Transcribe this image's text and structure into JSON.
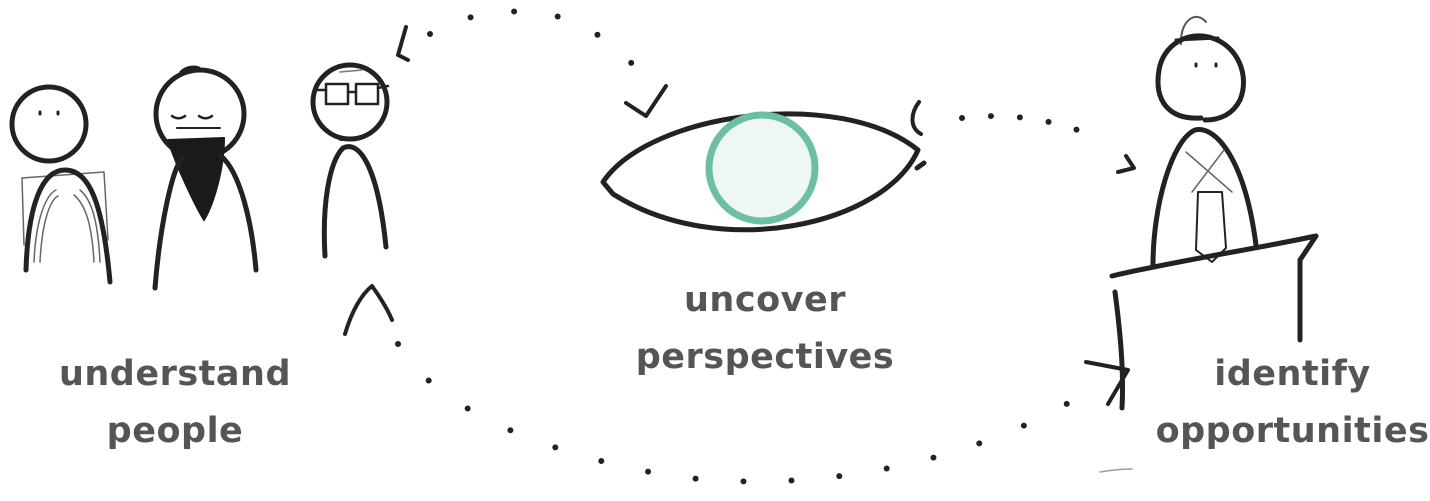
{
  "labels": {
    "understand": {
      "line1": "understand",
      "line2": "people"
    },
    "uncover": {
      "line1": "uncover",
      "line2": "perspectives"
    },
    "identify": {
      "line1": "identify",
      "line2": "opportunities"
    }
  },
  "colors": {
    "ink": "#222222",
    "label_text": "#555555",
    "iris_stroke": "#6dbfa3",
    "iris_fill": "#eef7f3",
    "beard": "#1a1a1a"
  },
  "icons": {
    "people_group": "stick-figures-icon",
    "eye": "eye-icon",
    "person_at_desk": "person-at-desk-icon"
  }
}
